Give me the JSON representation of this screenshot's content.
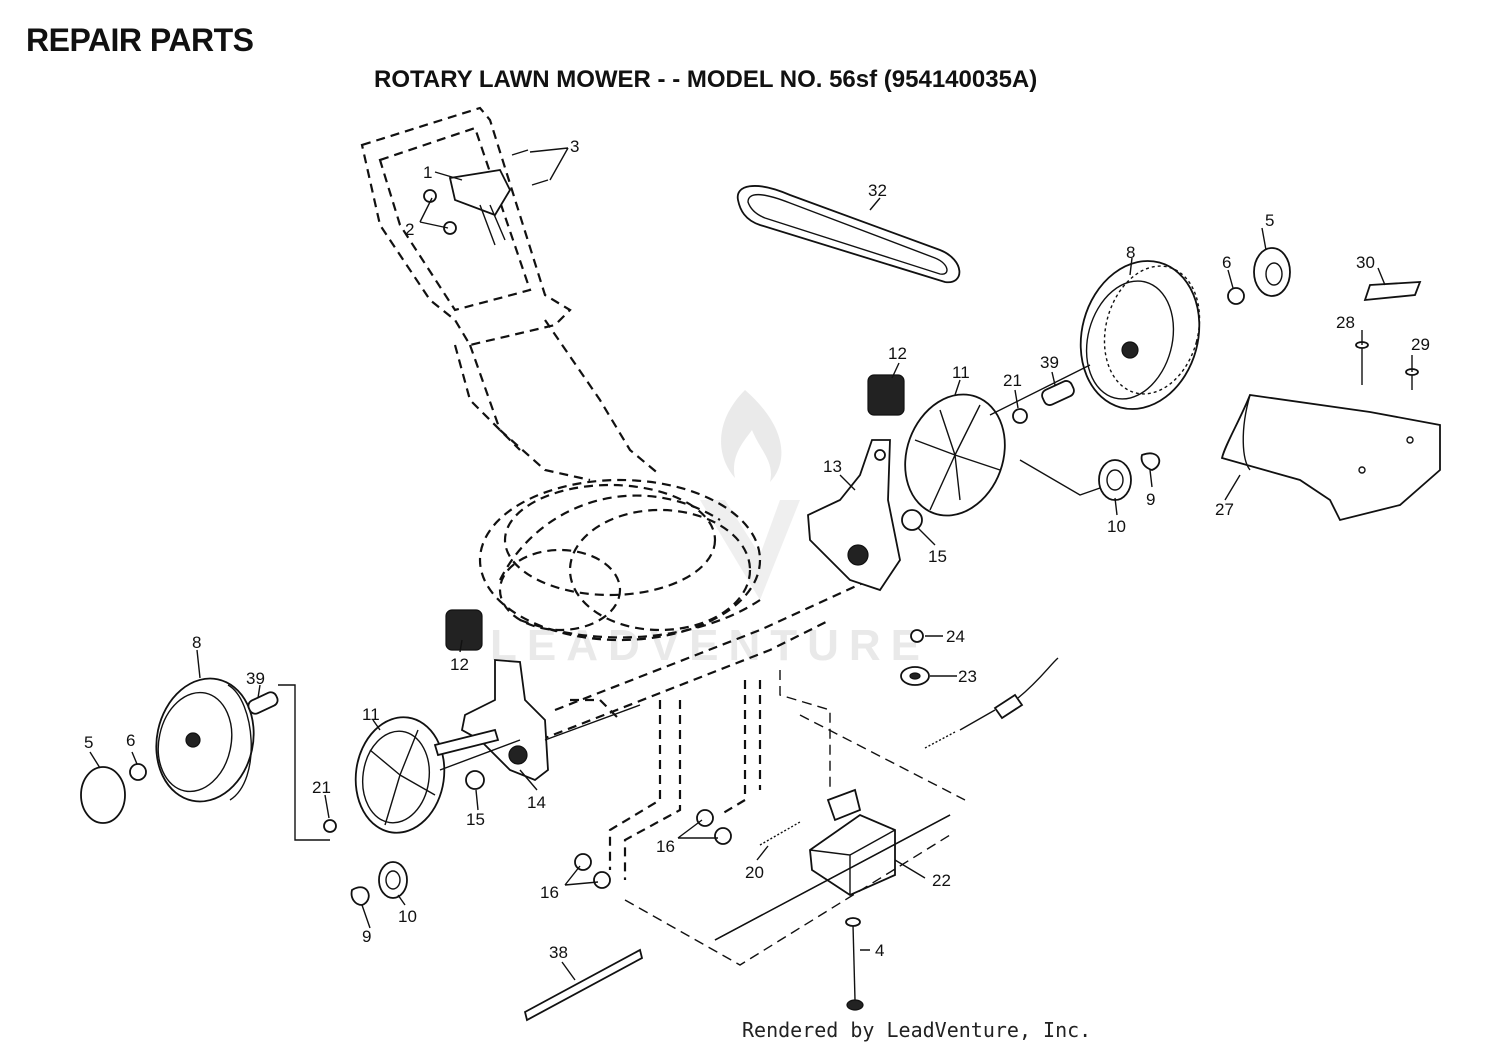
{
  "header": {
    "title": "REPAIR PARTS",
    "subtitle": "ROTARY LAWN MOWER - - MODEL NO. 56sf (954140035A)"
  },
  "watermark": {
    "text": "LEADVENTURE"
  },
  "footer": {
    "credit": "Rendered by LeadVenture, Inc."
  },
  "callouts": [
    "1",
    "2",
    "3",
    "32",
    "5",
    "6",
    "8",
    "30",
    "28",
    "29",
    "12",
    "11",
    "21",
    "39",
    "13",
    "9",
    "10",
    "27",
    "15",
    "24",
    "23",
    "8",
    "39",
    "5",
    "6",
    "12",
    "11",
    "21",
    "15",
    "14",
    "16",
    "16",
    "20",
    "22",
    "9",
    "10",
    "38",
    "4"
  ]
}
